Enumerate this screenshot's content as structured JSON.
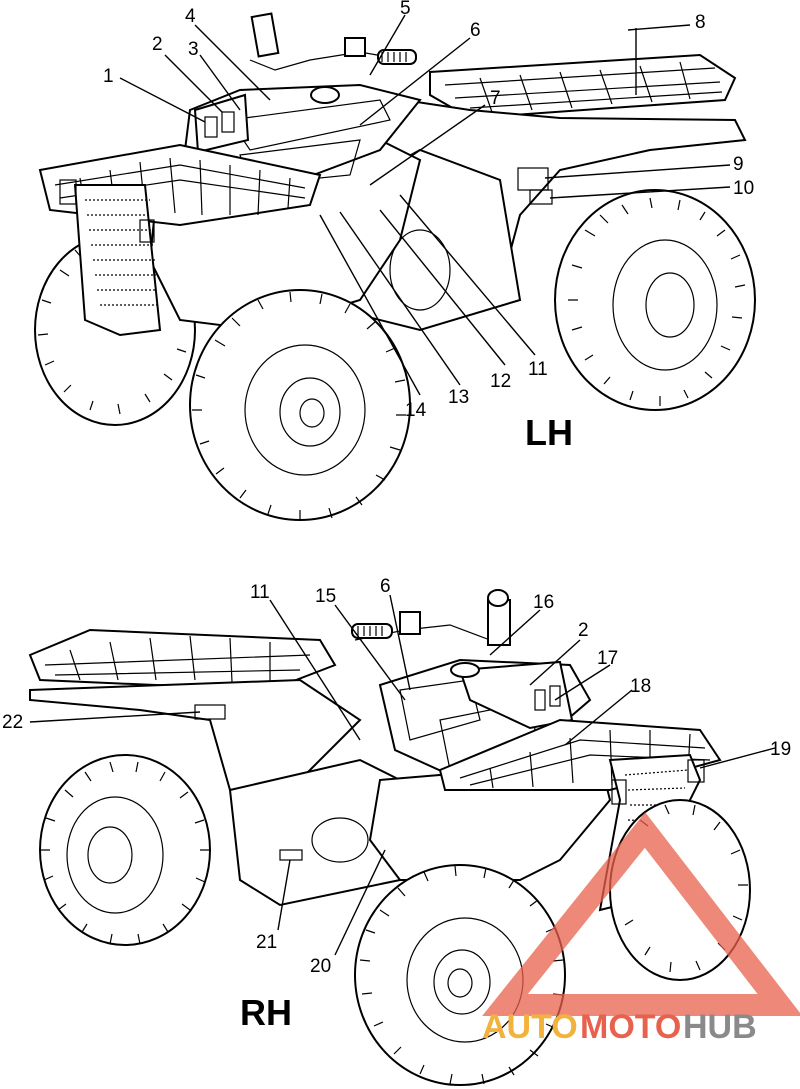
{
  "top_view": {
    "side_label": "LH",
    "callouts": [
      "1",
      "2",
      "3",
      "4",
      "5",
      "6",
      "7",
      "8",
      "9",
      "10",
      "11",
      "12",
      "13",
      "14"
    ]
  },
  "bottom_view": {
    "side_label": "RH",
    "callouts": [
      "11",
      "15",
      "6",
      "16",
      "2",
      "17",
      "18",
      "19",
      "22",
      "21",
      "20"
    ]
  },
  "watermark": {
    "part1": "AUTO",
    "part2": "MOTO",
    "part3": "HUB",
    "colors": {
      "part1": "#f3b23b",
      "part2": "#e8614d",
      "part3": "#8a8a8a",
      "triangle": "#e8614d"
    }
  }
}
